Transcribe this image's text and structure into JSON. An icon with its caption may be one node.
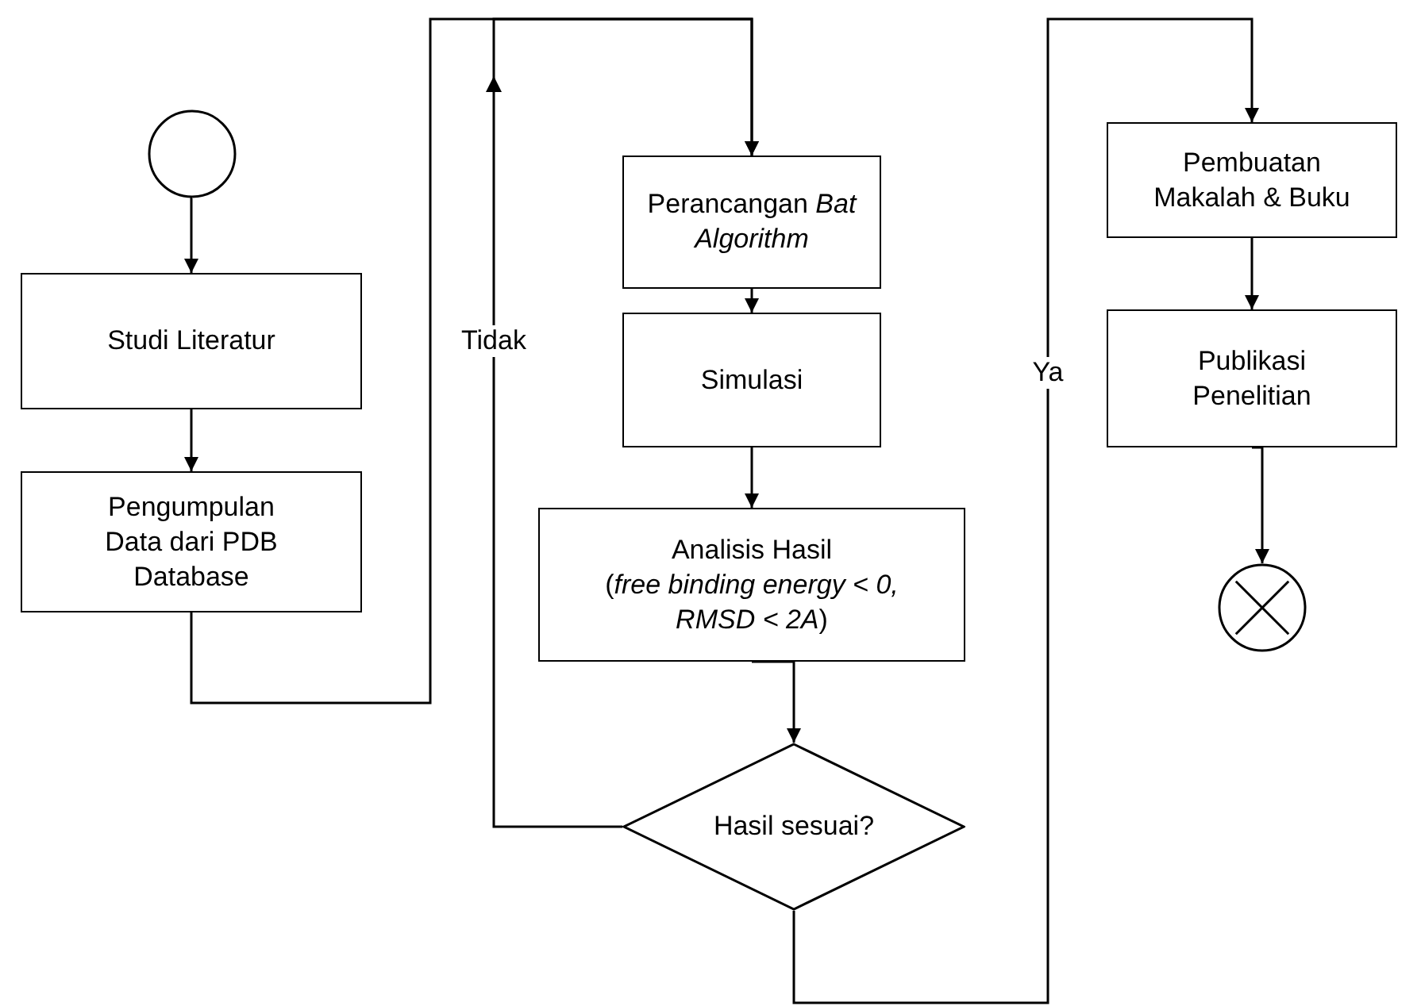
{
  "diagram": {
    "nodes": [
      {
        "text": [],
        "shape": "circle"
      },
      {
        "text": [
          "Studi Literatur"
        ]
      },
      {
        "text": [
          "Pengumpulan Data dari PDB Database"
        ]
      },
      {
        "text": [
          "Perancangan *Bat Algorithm*"
        ]
      },
      {
        "text": [
          "Simulasi"
        ]
      },
      {
        "text": [
          "Analisis Hasil",
          "(*free binding energy < 0, RMSD < 2A*)"
        ]
      },
      {
        "text": [
          "Hasil sesuai?"
        ]
      },
      {
        "text": [
          "Pembuatan Makalah & Buku"
        ]
      },
      {
        "text": [
          "Publikasi Penelitian"
        ]
      },
      {
        "text": [],
        "shape": "circle"
      }
    ],
    "edges": [
      {
        "from": 0,
        "to": 1,
        "arrow": "to"
      },
      {
        "from": 1,
        "to": 2,
        "arrow": "to"
      },
      {
        "from": 2,
        "to": 3,
        "arrow": "to"
      },
      {
        "from": 3,
        "to": 4,
        "arrow": "to"
      },
      {
        "from": 4,
        "to": 5,
        "arrow": "to"
      },
      {
        "from": 5,
        "to": 6,
        "arrow": "to"
      },
      {
        "from": 6,
        "to": 3,
        "arrow": "to",
        "label": "Tidak"
      },
      {
        "from": 6,
        "to": 7,
        "arrow": "to",
        "label": "Ya"
      },
      {
        "from": 7,
        "to": 8,
        "arrow": "to"
      },
      {
        "from": 8,
        "to": 9,
        "arrow": "to"
      }
    ]
  }
}
